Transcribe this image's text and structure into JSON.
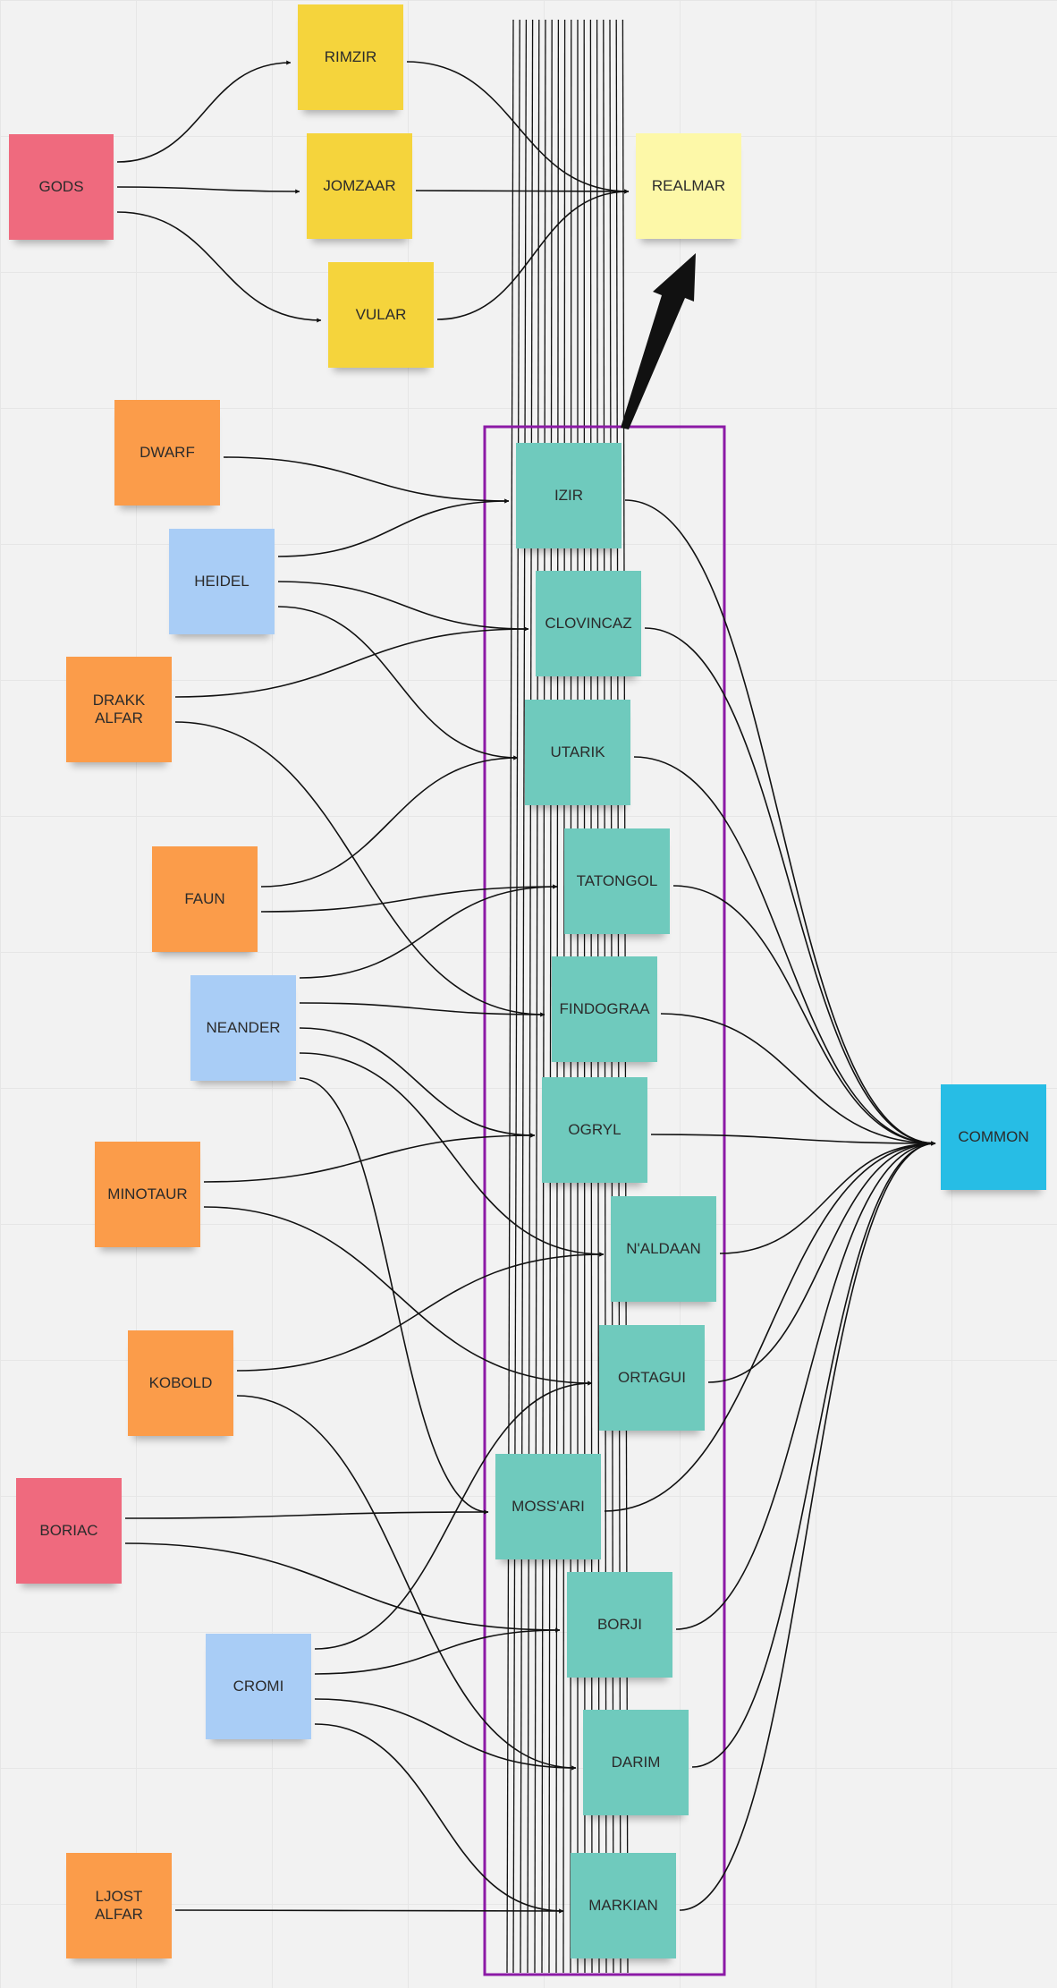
{
  "colors": {
    "red": "#ef6a7e",
    "yellow": "#f5d43c",
    "light_yellow": "#fdf8a8",
    "orange": "#fb9c4a",
    "blue": "#a9cdf6",
    "teal": "#6fcabd",
    "cyan": "#27bde5",
    "group_border": "#8c1aa6",
    "line": "#111111"
  },
  "notes": [
    {
      "id": "gods",
      "label": "GODS",
      "color": "red"
    },
    {
      "id": "rimzir",
      "label": "RIMZIR",
      "color": "yellow"
    },
    {
      "id": "jomzaar",
      "label": "JOMZAAR",
      "color": "yellow"
    },
    {
      "id": "vular",
      "label": "VULAR",
      "color": "yellow"
    },
    {
      "id": "realmar",
      "label": "REALMAR",
      "color": "light_yellow"
    },
    {
      "id": "dwarf",
      "label": "DWARF",
      "color": "orange"
    },
    {
      "id": "heidel",
      "label": "HEIDEL",
      "color": "blue"
    },
    {
      "id": "drakk",
      "label": "DRAKK\nALFAR",
      "color": "orange"
    },
    {
      "id": "faun",
      "label": "FAUN",
      "color": "orange"
    },
    {
      "id": "neander",
      "label": "NEANDER",
      "color": "blue"
    },
    {
      "id": "minotaur",
      "label": "MINOTAUR",
      "color": "orange"
    },
    {
      "id": "kobold",
      "label": "KOBOLD",
      "color": "orange"
    },
    {
      "id": "boriac",
      "label": "BORIAC",
      "color": "red"
    },
    {
      "id": "cromi",
      "label": "CROMI",
      "color": "blue"
    },
    {
      "id": "ljost",
      "label": "LJOST\nALFAR",
      "color": "orange"
    },
    {
      "id": "izir",
      "label": "IZIR",
      "color": "teal"
    },
    {
      "id": "clovincaz",
      "label": "CLOVINCAZ",
      "color": "teal"
    },
    {
      "id": "utarik",
      "label": "UTARIK",
      "color": "teal"
    },
    {
      "id": "tatongol",
      "label": "TATONGOL",
      "color": "teal"
    },
    {
      "id": "findograa",
      "label": "FINDOGRAA",
      "color": "teal"
    },
    {
      "id": "ogryl",
      "label": "OGRYL",
      "color": "teal"
    },
    {
      "id": "naldaan",
      "label": "N'ALDAAN",
      "color": "teal"
    },
    {
      "id": "ortagui",
      "label": "ORTAGUI",
      "color": "teal"
    },
    {
      "id": "mossari",
      "label": "MOSS'ARI",
      "color": "teal"
    },
    {
      "id": "borji",
      "label": "BORJI",
      "color": "teal"
    },
    {
      "id": "darim",
      "label": "DARIM",
      "color": "teal"
    },
    {
      "id": "markian",
      "label": "MARKIAN",
      "color": "teal"
    },
    {
      "id": "common",
      "label": "COMMON",
      "color": "cyan"
    }
  ],
  "connections": [
    {
      "from": "gods",
      "to": "rimzir"
    },
    {
      "from": "gods",
      "to": "jomzaar"
    },
    {
      "from": "gods",
      "to": "vular"
    },
    {
      "from": "rimzir",
      "to": "realmar"
    },
    {
      "from": "jomzaar",
      "to": "realmar"
    },
    {
      "from": "vular",
      "to": "realmar"
    },
    {
      "from": "dwarf",
      "to": "izir"
    },
    {
      "from": "heidel",
      "to": "izir"
    },
    {
      "from": "heidel",
      "to": "clovincaz"
    },
    {
      "from": "heidel",
      "to": "utarik"
    },
    {
      "from": "drakk",
      "to": "clovincaz"
    },
    {
      "from": "drakk",
      "to": "findograa"
    },
    {
      "from": "faun",
      "to": "utarik"
    },
    {
      "from": "faun",
      "to": "tatongol"
    },
    {
      "from": "neander",
      "to": "tatongol"
    },
    {
      "from": "neander",
      "to": "findograa"
    },
    {
      "from": "neander",
      "to": "ogryl"
    },
    {
      "from": "neander",
      "to": "naldaan"
    },
    {
      "from": "neander",
      "to": "mossari"
    },
    {
      "from": "minotaur",
      "to": "ogryl"
    },
    {
      "from": "minotaur",
      "to": "ortagui"
    },
    {
      "from": "kobold",
      "to": "naldaan"
    },
    {
      "from": "kobold",
      "to": "darim"
    },
    {
      "from": "boriac",
      "to": "mossari"
    },
    {
      "from": "boriac",
      "to": "borji"
    },
    {
      "from": "cromi",
      "to": "ortagui"
    },
    {
      "from": "cromi",
      "to": "borji"
    },
    {
      "from": "cromi",
      "to": "darim"
    },
    {
      "from": "cromi",
      "to": "markian"
    },
    {
      "from": "ljost",
      "to": "markian"
    },
    {
      "from": "izir",
      "to": "common"
    },
    {
      "from": "clovincaz",
      "to": "common"
    },
    {
      "from": "utarik",
      "to": "common"
    },
    {
      "from": "tatongol",
      "to": "common"
    },
    {
      "from": "findograa",
      "to": "common"
    },
    {
      "from": "ogryl",
      "to": "common"
    },
    {
      "from": "naldaan",
      "to": "common"
    },
    {
      "from": "ortagui",
      "to": "common"
    },
    {
      "from": "mossari",
      "to": "common"
    },
    {
      "from": "borji",
      "to": "common"
    },
    {
      "from": "darim",
      "to": "common"
    },
    {
      "from": "markian",
      "to": "common"
    }
  ],
  "group_to": "realmar"
}
